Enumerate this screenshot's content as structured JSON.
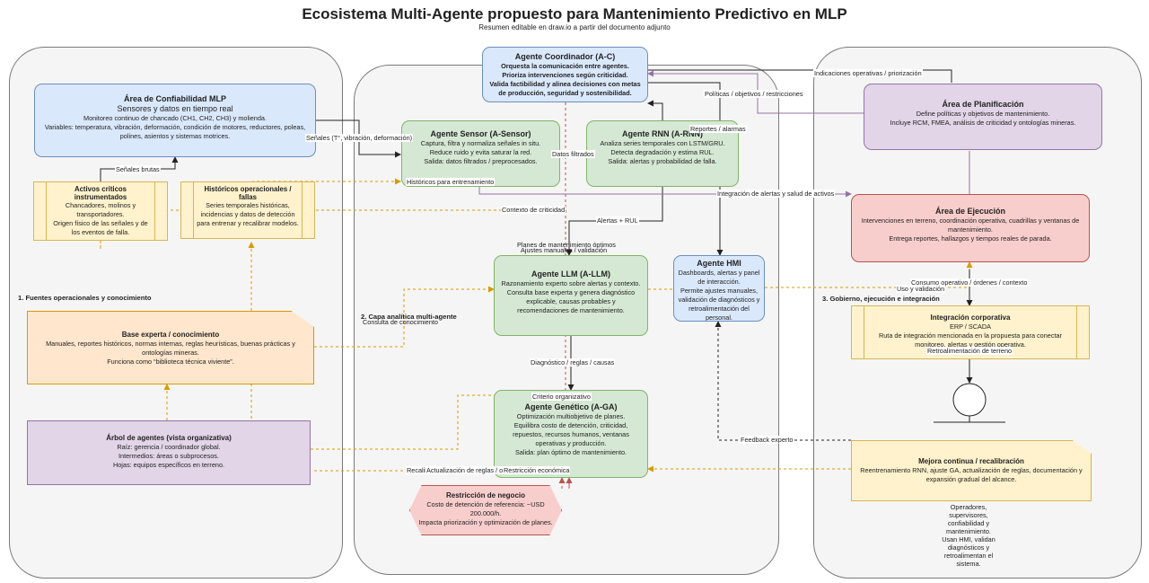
{
  "header": {
    "title": "Ecosistema Multi-Agente propuesto para Mantenimiento Predictivo en MLP",
    "subtitle": "Resumen editable en draw.io a partir del documento adjunto"
  },
  "sections": {
    "left": "1. Fuentes operacionales y conocimiento",
    "middle": "2. Capa analítica multi-agente",
    "right": "3. Gobierno, ejecución e integración"
  },
  "nodes": {
    "coordinador": {
      "title": "Agente Coordinador (A-C)",
      "lines": [
        "Orquesta la comunicación entre agentes.",
        "Prioriza intervenciones según criticidad.",
        "Valida factibilidad y alinea decisiones con metas",
        "de producción, seguridad y sostenibilidad."
      ]
    },
    "confiabilidad": {
      "title": "Área de Confiabilidad MLP",
      "subtitle": "Sensores y datos en tiempo real",
      "lines": [
        "Monitoreo continuo de chancado (CH1, CH2, CH3) y molienda.",
        "Variables: temperatura, vibración, deformación, condición de motores, reductores, poleas,",
        "polines, asientos y sistemas motrices."
      ]
    },
    "activos": {
      "title": "Activos críticos instrumentados",
      "lines": [
        "Chancadores, molinos y transportadores.",
        "Origen físico de las señales y de los eventos de falla."
      ]
    },
    "historicos": {
      "title": "Históricos operacionales / fallas",
      "lines": [
        "Series temporales históricas, incidencias y datos de detección para entrenar y recalibrar modelos."
      ]
    },
    "sensor": {
      "title": "Agente Sensor (A-Sensor)",
      "lines": [
        "Captura, filtra y normaliza señales in situ.",
        "Reduce ruido y evita saturar la red.",
        "Salida: datos filtrados / preprocesados."
      ]
    },
    "rnn": {
      "title": "Agente RNN (A-RNN)",
      "lines": [
        "Analiza series temporales con LSTM/GRU.",
        "Detecta degradación y estima RUL.",
        "Salida: alertas y probabilidad de falla."
      ]
    },
    "llm": {
      "title": "Agente LLM (A-LLM)",
      "lines": [
        "Razonamiento experto sobre alertas y contexto.",
        "Consulta base experta y genera diagnóstico explicable, causas probables y recomendaciones de mantenimiento."
      ]
    },
    "hmi": {
      "title": "Agente HMI",
      "lines": [
        "Dashboards, alertas y panel de interacción.",
        "Permite ajustes manuales, validación de diagnósticos y retroalimentación del personal."
      ]
    },
    "ga": {
      "title": "Agente Genético (A-GA)",
      "lines": [
        "Optimización multiobjetivo de planes.",
        "Equilibra costo de detención, criticidad, repuestos, recursos humanos, ventanas operativas y producción.",
        "Salida: plan óptimo de mantenimiento."
      ]
    },
    "planificacion": {
      "title": "Área de Planificación",
      "lines": [
        "Define políticas y objetivos de mantenimiento.",
        "Incluye RCM, FMEA, análisis de criticidad y ontologías mineras."
      ]
    },
    "ejecucion": {
      "title": "Área de Ejecución",
      "lines": [
        "Intervenciones en terreno, coordinación operativa, cuadrillas y ventanas de mantenimiento.",
        "Entrega reportes, hallazgos y tiempos reales de parada."
      ]
    },
    "integracion": {
      "title": "Integración corporativa",
      "sub": "ERP / SCADA",
      "lines": [
        "Ruta de integración mencionada en la propuesta para conectar monitoreo, alertas y gestión operativa."
      ]
    },
    "base": {
      "title": "Base experta / conocimiento",
      "lines": [
        "Manuales, reportes históricos, normas internas, reglas heurísticas, buenas prácticas y ontologías mineras.",
        "Funciona como “biblioteca técnica viviente”."
      ]
    },
    "arbol": {
      "title": "Árbol de agentes (vista organizativa)",
      "lines": [
        "Raíz: gerencia / coordinador global.",
        "Intermedios: áreas o subprocesos.",
        "Hojas: equipos específicos en terreno."
      ]
    },
    "restriccion": {
      "title": "Restricción de negocio",
      "lines": [
        "Costo de detención de referencia: ~USD 200.000/h.",
        "Impacta priorización y optimización de planes."
      ]
    },
    "mejora": {
      "title": "Mejora continua / recalibración",
      "lines": [
        "Reentrenamiento RNN, ajuste GA, actualización de reglas, documentación y expansión gradual del alcance."
      ]
    },
    "operadores": {
      "lines": [
        "Operadores,",
        "supervisores,",
        "confiabilidad y",
        "mantenimiento.",
        "Usan HMI, validan",
        "diagnósticos y",
        "retroalimentan el",
        "sistema."
      ]
    }
  },
  "edges": {
    "senales_brutas": "Señales brutas",
    "senales": "Señales (T°, vibración, deformación)",
    "datos_filtrados": "Datos filtrados",
    "historicos_entrenamiento": "Históricos para entrenamiento",
    "contexto_criticidad": "Contexto de criticidad",
    "reportes_alarmas": "Reportes / alarmas",
    "politicas": "Políticas / objetivos / restricciones",
    "indicaciones": "Indicaciones operativas / priorización",
    "integracion_alertas": "Integración de alertas y salud de activos",
    "alertas_rul": "Alertas + RUL",
    "planes": "Planes de mantenimiento óptimos",
    "ajustes": "Ajustes manuales / validación",
    "consulta": "Consulta de conocimiento",
    "consumo": "Consumo operativo / órdenes / contexto",
    "uso": "Uso y validación",
    "diagnostico": "Diagnóstico / reglas / causas",
    "criterio": "Criterio organizativo",
    "retroalimentacion": "Retroalimentación de terreno",
    "feedback": "Feedback experto",
    "recalib": "Recalibr",
    "actualizacion": "Actualización de reglas / onto",
    "restriccion_economica": "Restricción económica"
  },
  "colors": {
    "blue": "#dae8fc",
    "green": "#d5e8d4",
    "purple": "#e1d5e7",
    "red": "#f8cecc",
    "yellow": "#fff2cc",
    "orange": "#ffe6cc",
    "dashed": "#e0a040"
  }
}
